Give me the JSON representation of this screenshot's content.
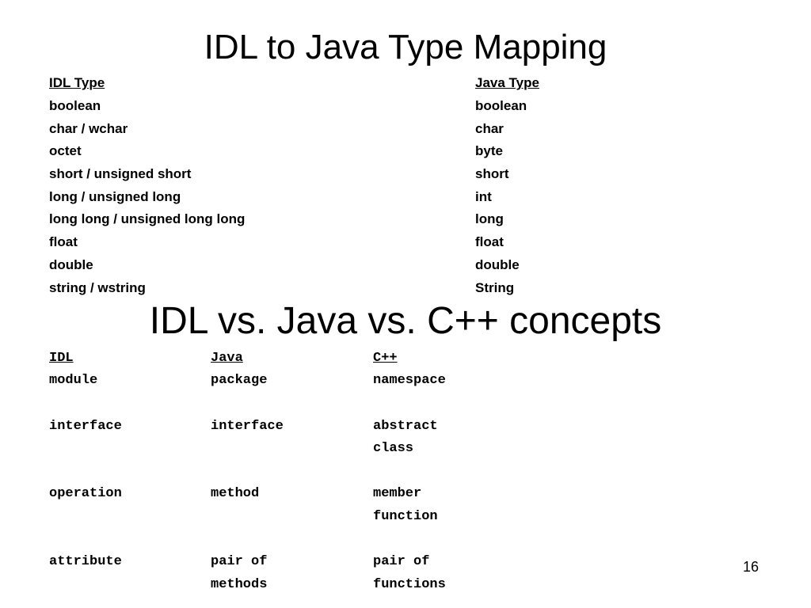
{
  "slide": {
    "title_top": "IDL to Java Type Mapping",
    "title_bottom": "IDL vs. Java vs. C++ concepts",
    "page_number": "16"
  },
  "type_mapping": {
    "headers": [
      "IDL Type",
      "Java Type"
    ],
    "rows": [
      [
        "boolean",
        "boolean"
      ],
      [
        "char / wchar",
        "char"
      ],
      [
        "octet",
        "byte"
      ],
      [
        "short / unsigned short",
        "short"
      ],
      [
        "long / unsigned long",
        "int"
      ],
      [
        "long long / unsigned long long",
        "long"
      ],
      [
        "float",
        "float"
      ],
      [
        "double",
        "double"
      ],
      [
        "string / wstring",
        "String"
      ]
    ]
  },
  "concepts": {
    "headers": [
      "IDL",
      "Java",
      "C++"
    ],
    "rows": [
      [
        "module",
        "package",
        "namespace"
      ],
      [
        "",
        "",
        ""
      ],
      [
        "interface",
        "interface",
        "abstract"
      ],
      [
        "",
        "",
        "class"
      ],
      [
        "",
        "",
        ""
      ],
      [
        "operation",
        "method",
        "member"
      ],
      [
        "",
        "",
        "function"
      ],
      [
        "",
        "",
        ""
      ],
      [
        "attribute",
        "pair of",
        "pair of"
      ],
      [
        "",
        "methods",
        "functions"
      ]
    ]
  }
}
